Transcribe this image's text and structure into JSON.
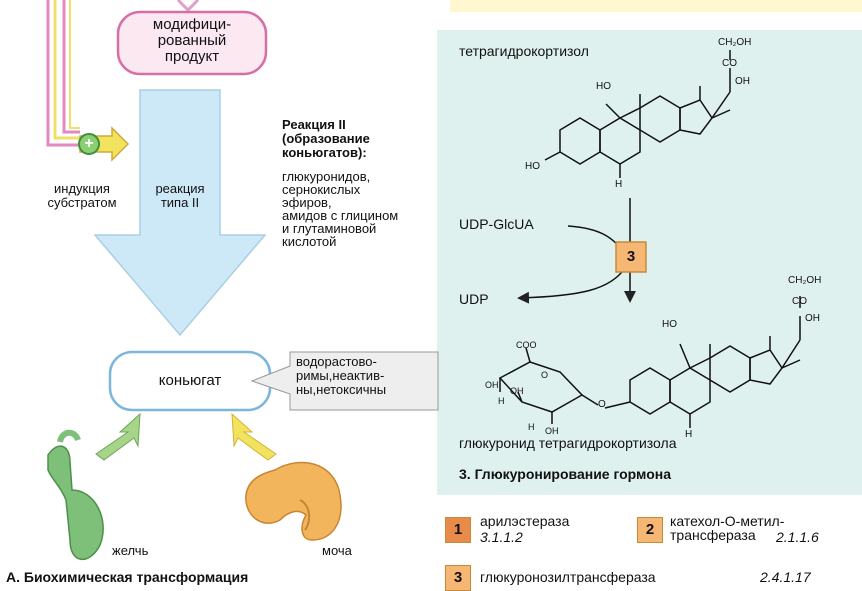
{
  "left": {
    "modified_product": "модифици-\nрованный\nпродукт",
    "induction": "индукция\nсубстратом",
    "reaction_type": "реакция\nтипа II",
    "reaction_heading": "Реакция II\n(образование\nконьюгатов):",
    "reaction_items": "глюкуронидов,\nсернокислых\nэфиров,\nамидов с глицином\nи глутаминовой\nкислотой",
    "conjugate": "коньюгат",
    "properties": "водорастово-\nримы,неактив-\nны,нетоксичны",
    "bile": "желчь",
    "urine": "моча",
    "caption": "А. Биохимическая трансформация",
    "plus_sign": "+"
  },
  "right": {
    "compound_top": "тетрагидрокортизол",
    "reagent": "UDP-GlcUA",
    "product_udp": "UDP",
    "step_number": "3",
    "compound_bottom": "глюкуронид тетрагидрокортизола",
    "caption": "3. Глюкуронирование гормона",
    "chem": {
      "ch2oh": "CH₂OH",
      "co": "CO",
      "oh": "OH",
      "ho": "HO",
      "h": "H",
      "o": "O",
      "coo": "COO"
    }
  },
  "legend": [
    {
      "num": "1",
      "name": "арилэстераза",
      "ec": "3.1.1.2",
      "color": "#e88a4a"
    },
    {
      "num": "2",
      "name": "катехол-О-метил-\nтрансфераза",
      "ec": "2.1.1.6",
      "color": "#f6b774"
    },
    {
      "num": "3",
      "name": "глюкуронозилтрансфераза",
      "ec": "2.4.1.17",
      "color": "#f6b774"
    }
  ],
  "colors": {
    "panel": "#dff1ee",
    "arrow_blue": "#cde9f7",
    "arrow_pink": "#e0a8c8",
    "arrow_yellow": "#f2e35e",
    "arrow_green": "#a6d58a",
    "organ_green": "#7ec07a",
    "kidney": "#f2b55c"
  }
}
